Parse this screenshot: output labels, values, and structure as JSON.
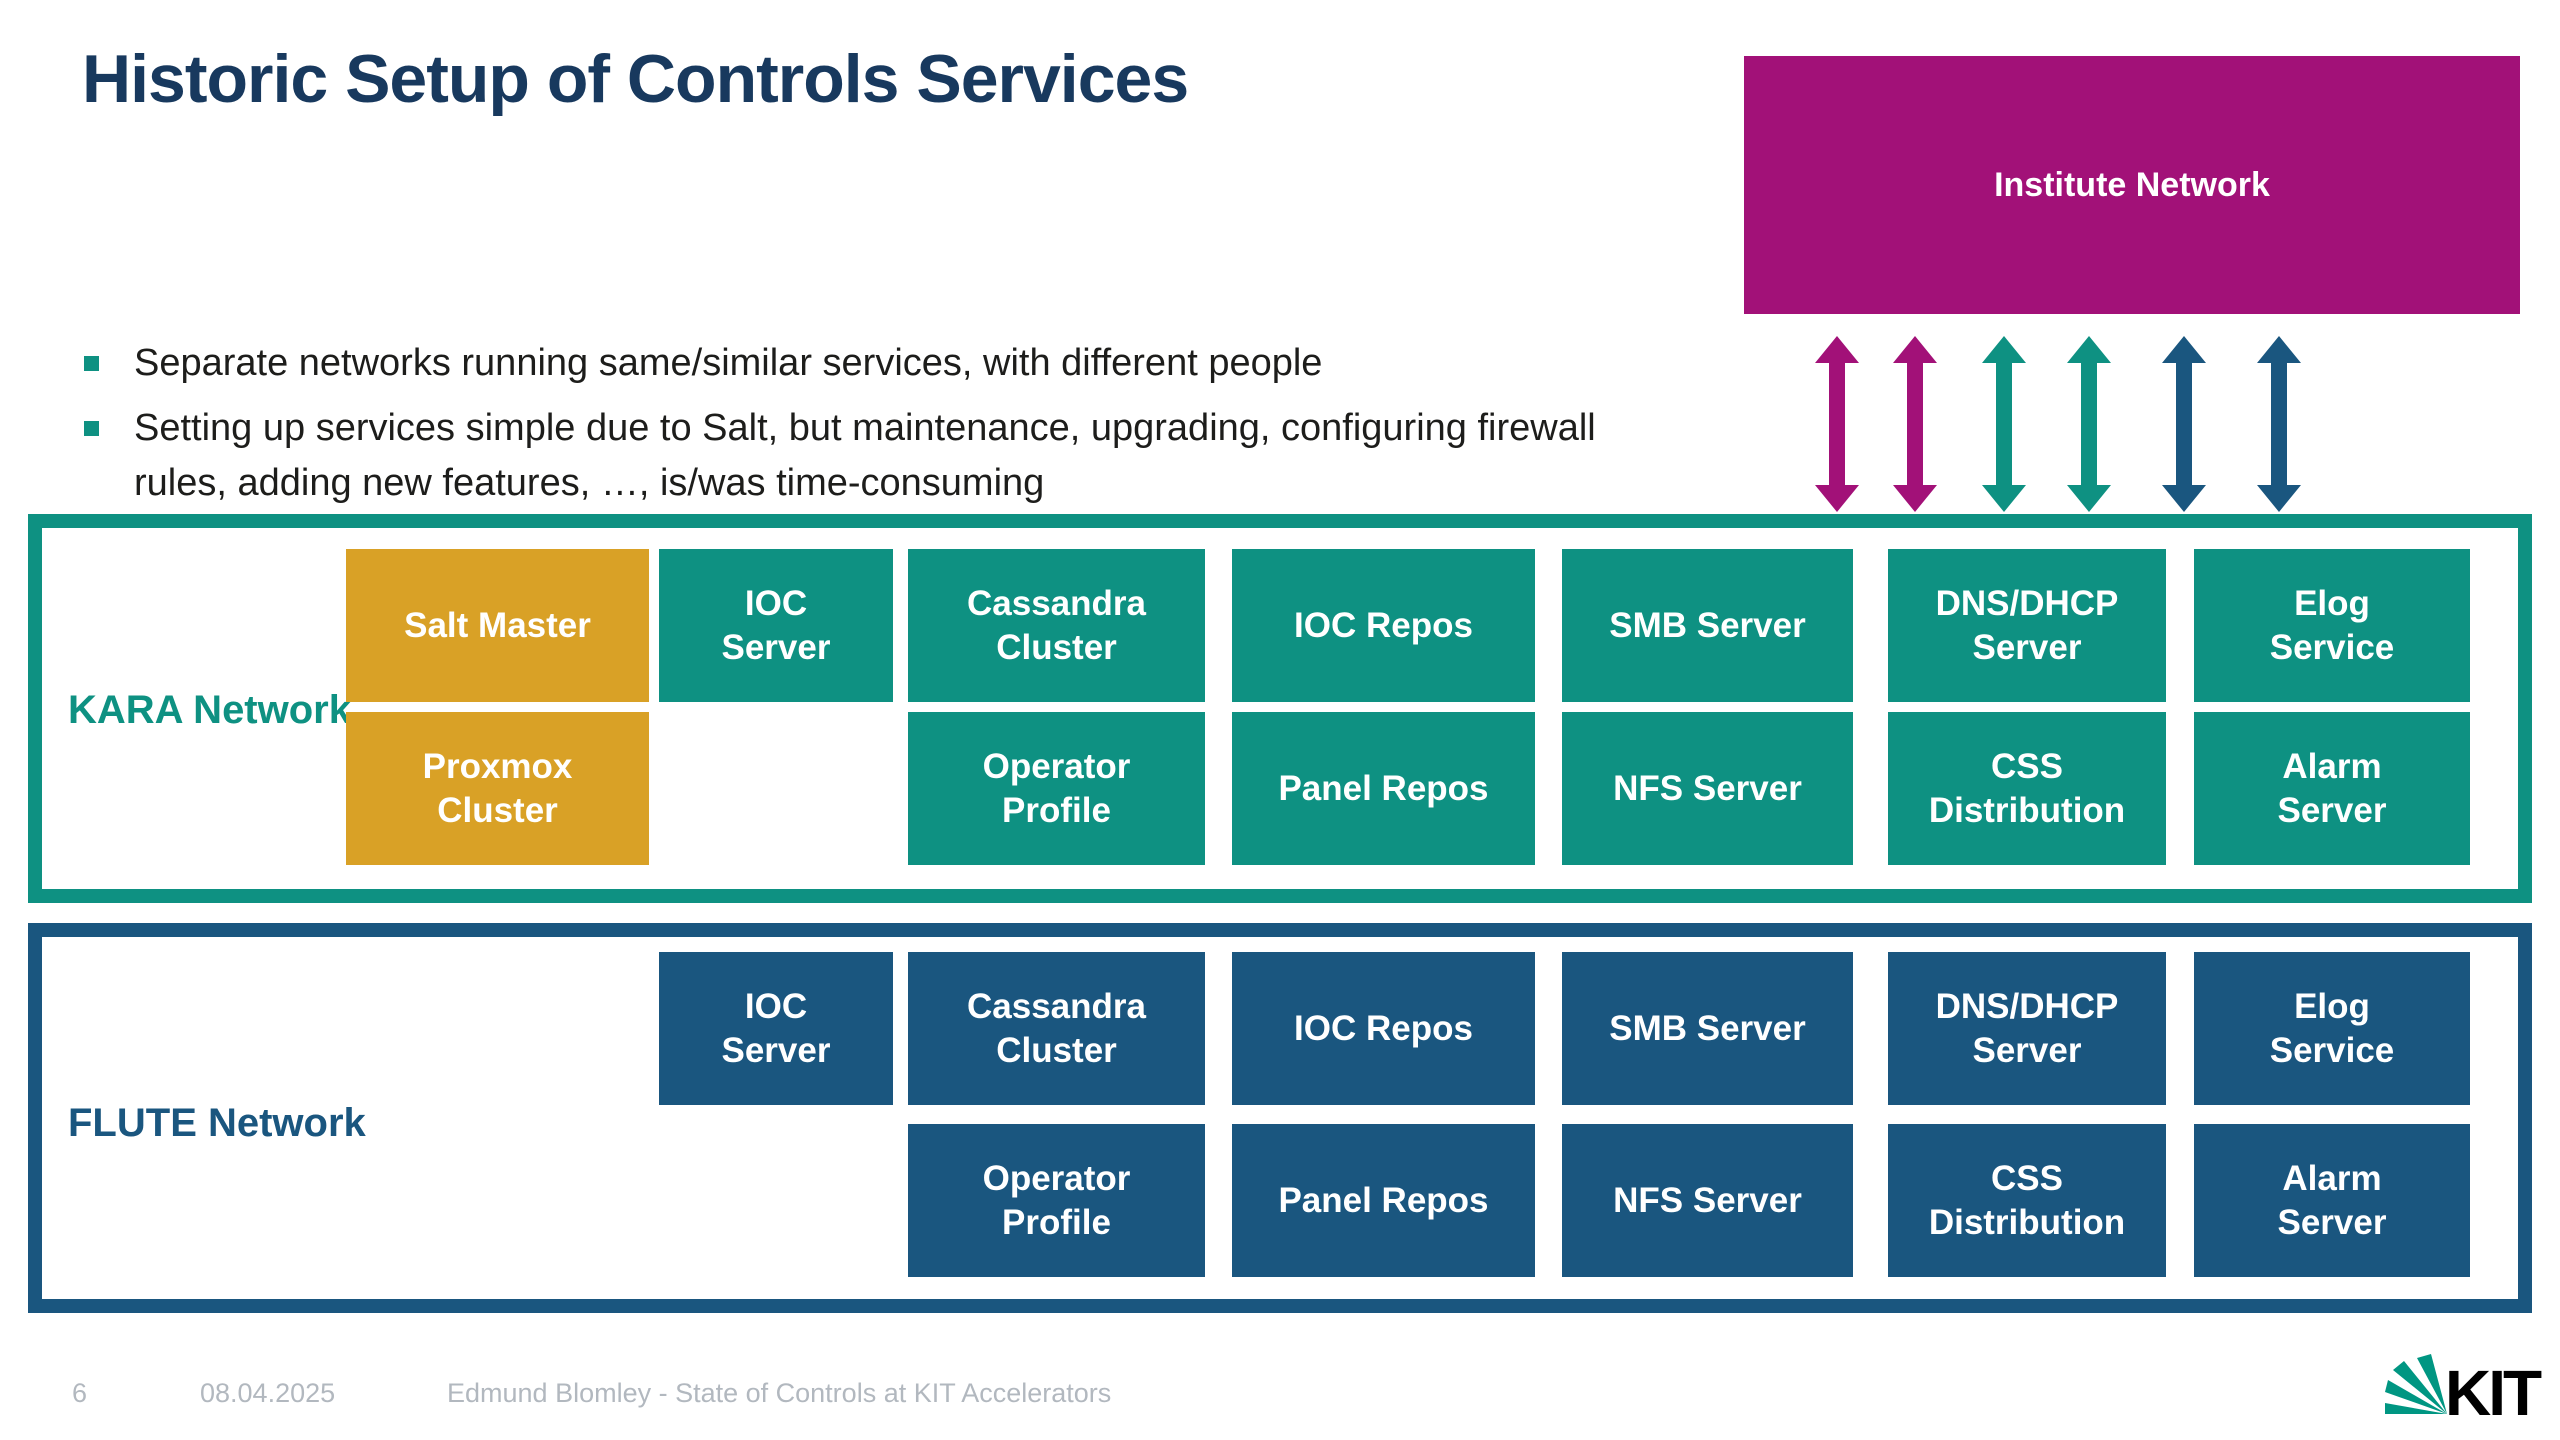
{
  "title": "Historic Setup of Controls Services",
  "bullets": [
    "Separate networks running same/similar services, with different people",
    "Setting up services simple due to Salt, but maintenance, upgrading, configuring firewall rules, adding new features, …, is/was time-consuming"
  ],
  "institute_network": {
    "label": "Institute Network",
    "color": "#a21178"
  },
  "arrows": {
    "colors": [
      "#a21178",
      "#a21178",
      "#0e9182",
      "#0e9182",
      "#1a567f",
      "#1a567f"
    ]
  },
  "networks": [
    {
      "label": "KARA Network",
      "accent_color": "#0e9182",
      "infra_color": "#d9a126",
      "infra_boxes": [
        "Salt Master",
        "Proxmox\nCluster"
      ],
      "services_top": [
        "IOC\nServer",
        "Cassandra\nCluster",
        "IOC Repos",
        "SMB Server",
        "DNS/DHCP\nServer",
        "Elog\nService"
      ],
      "services_bottom": [
        "Operator\nProfile",
        "Panel Repos",
        "NFS Server",
        "CSS\nDistribution",
        "Alarm\nServer"
      ]
    },
    {
      "label": "FLUTE Network",
      "accent_color": "#1a567f",
      "infra_color": null,
      "infra_boxes": [],
      "services_top": [
        "IOC\nServer",
        "Cassandra\nCluster",
        "IOC Repos",
        "SMB Server",
        "DNS/DHCP\nServer",
        "Elog\nService"
      ],
      "services_bottom": [
        "Operator\nProfile",
        "Panel Repos",
        "NFS Server",
        "CSS\nDistribution",
        "Alarm\nServer"
      ]
    }
  ],
  "footer": {
    "page_number": "6",
    "date": "08.04.2025",
    "credit": "Edmund Blomley - State of Controls at KIT Accelerators"
  },
  "logo": {
    "text": "KIT",
    "green": "#009682",
    "black": "#000000"
  },
  "colors": {
    "title_text": "#18395e",
    "body_text": "#1d1d1b",
    "teal": "#0e9182",
    "dark_blue": "#1a567f",
    "magenta": "#a21178",
    "orange": "#d9a126",
    "footer_text": "#b2b8bf"
  }
}
